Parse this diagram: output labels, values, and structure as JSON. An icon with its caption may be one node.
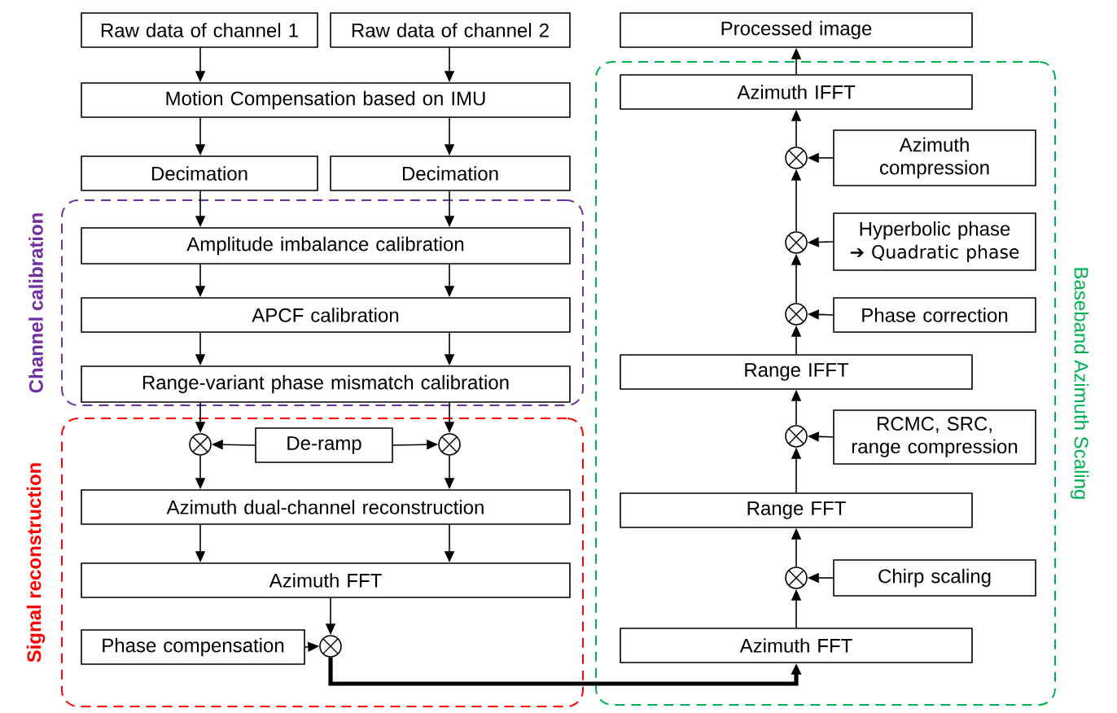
{
  "diagram": {
    "nodes": [
      {
        "text": [
          "Raw data of channel 1"
        ]
      },
      {
        "text": [
          "Raw data of channel 2"
        ]
      },
      {
        "text": [
          "Motion Compensation based on IMU"
        ]
      },
      {
        "text": [
          "Decimation"
        ]
      },
      {
        "text": [
          "Decimation"
        ]
      },
      {
        "text": [
          "Channel calibration"
        ]
      },
      {
        "text": [
          "Amplitude imbalance calibration"
        ],
        "in": 5
      },
      {
        "text": [
          "APCF calibration"
        ],
        "in": 5
      },
      {
        "text": [
          "Range-variant phase mismatch calibration"
        ],
        "in": 5
      },
      {
        "text": [
          "Signal reconstruction"
        ]
      },
      {
        "text": [],
        "shape": "circle",
        "in": 9
      },
      {
        "text": [
          "De-ramp"
        ],
        "in": 9
      },
      {
        "text": [],
        "shape": "circle",
        "in": 9
      },
      {
        "text": [
          "Azimuth dual-channel reconstruction"
        ],
        "in": 9
      },
      {
        "text": [
          "Azimuth FFT"
        ],
        "in": 9
      },
      {
        "text": [
          "Phase compensation"
        ],
        "in": 9
      },
      {
        "text": [],
        "shape": "circle",
        "in": 9
      },
      {
        "text": [
          "Processed image"
        ]
      },
      {
        "text": [
          "Baseband Azimuth Scaling"
        ]
      },
      {
        "text": [
          "Azimuth IFFT"
        ],
        "in": 18
      },
      {
        "text": [],
        "shape": "circle",
        "in": 18
      },
      {
        "text": [
          "Azimuth compression"
        ],
        "in": 18
      },
      {
        "text": [],
        "shape": "circle",
        "in": 18
      },
      {
        "text": [
          "Hyperbolic phase",
          "➔ Quadratic phase"
        ],
        "in": 18
      },
      {
        "text": [],
        "shape": "circle",
        "in": 18
      },
      {
        "text": [
          "Phase correction"
        ],
        "in": 18
      },
      {
        "text": [
          "Range IFFT"
        ],
        "in": 18
      },
      {
        "text": [],
        "shape": "circle",
        "in": 18
      },
      {
        "text": [
          "RCMC, SRC, range compression"
        ],
        "in": 18
      },
      {
        "text": [
          "Range FFT"
        ],
        "in": 18
      },
      {
        "text": [],
        "shape": "circle",
        "in": 18
      },
      {
        "text": [
          "Chirp scaling"
        ],
        "in": 18
      },
      {
        "text": [
          "Azimuth FFT"
        ],
        "in": 18
      }
    ],
    "edges": [
      {
        "from": 0,
        "to": 2,
        "arrow": "to"
      },
      {
        "from": 1,
        "to": 2,
        "arrow": "to"
      },
      {
        "from": 2,
        "to": 3,
        "arrow": "to"
      },
      {
        "from": 2,
        "to": 4,
        "arrow": "to"
      },
      {
        "from": 3,
        "to": 6,
        "arrow": "to"
      },
      {
        "from": 4,
        "to": 6,
        "arrow": "to"
      },
      {
        "from": 6,
        "to": 7,
        "arrow": "to"
      },
      {
        "from": 6,
        "to": 7,
        "arrow": "to"
      },
      {
        "from": 7,
        "to": 8,
        "arrow": "to"
      },
      {
        "from": 7,
        "to": 8,
        "arrow": "to"
      },
      {
        "from": 8,
        "to": 10,
        "arrow": "to"
      },
      {
        "from": 8,
        "to": 12,
        "arrow": "to"
      },
      {
        "from": 11,
        "to": 10,
        "arrow": "to"
      },
      {
        "from": 11,
        "to": 12,
        "arrow": "to"
      },
      {
        "from": 10,
        "to": 13,
        "arrow": "to"
      },
      {
        "from": 12,
        "to": 13,
        "arrow": "to"
      },
      {
        "from": 13,
        "to": 14,
        "arrow": "to"
      },
      {
        "from": 13,
        "to": 14,
        "arrow": "to"
      },
      {
        "from": 14,
        "to": 16,
        "arrow": "to"
      },
      {
        "from": 15,
        "to": 16,
        "arrow": "to"
      },
      {
        "from": 16,
        "to": 32,
        "arrow": "to",
        "style": "thick"
      },
      {
        "from": 32,
        "to": 30,
        "arrow": "to"
      },
      {
        "from": 31,
        "to": 30,
        "arrow": "to"
      },
      {
        "from": 30,
        "to": 29,
        "arrow": "to"
      },
      {
        "from": 29,
        "to": 27,
        "arrow": "to"
      },
      {
        "from": 28,
        "to": 27,
        "arrow": "to"
      },
      {
        "from": 27,
        "to": 26,
        "arrow": "to"
      },
      {
        "from": 26,
        "to": 24,
        "arrow": "to"
      },
      {
        "from": 25,
        "to": 24,
        "arrow": "to"
      },
      {
        "from": 24,
        "to": 22,
        "arrow": "to"
      },
      {
        "from": 23,
        "to": 22,
        "arrow": "to"
      },
      {
        "from": 22,
        "to": 20,
        "arrow": "to"
      },
      {
        "from": 21,
        "to": 20,
        "arrow": "to"
      },
      {
        "from": 20,
        "to": 19,
        "arrow": "to"
      },
      {
        "from": 19,
        "to": 17,
        "arrow": "to"
      }
    ]
  }
}
